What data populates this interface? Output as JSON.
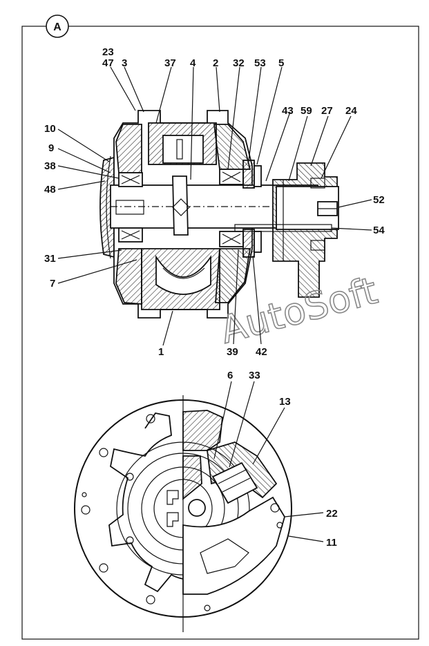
{
  "frame_label": "A",
  "watermark": "AutoSoft",
  "top_callouts": [
    {
      "key": "c23",
      "text": "23"
    },
    {
      "key": "c47",
      "text": "47"
    },
    {
      "key": "c3",
      "text": "3"
    },
    {
      "key": "c37",
      "text": "37"
    },
    {
      "key": "c4",
      "text": "4"
    },
    {
      "key": "c2",
      "text": "2"
    },
    {
      "key": "c32",
      "text": "32"
    },
    {
      "key": "c53",
      "text": "53"
    },
    {
      "key": "c5",
      "text": "5"
    },
    {
      "key": "c43",
      "text": "43"
    },
    {
      "key": "c59",
      "text": "59"
    },
    {
      "key": "c27",
      "text": "27"
    },
    {
      "key": "c24",
      "text": "24"
    },
    {
      "key": "c10",
      "text": "10"
    },
    {
      "key": "c9",
      "text": "9"
    },
    {
      "key": "c38",
      "text": "38"
    },
    {
      "key": "c48",
      "text": "48"
    },
    {
      "key": "c52",
      "text": "52"
    },
    {
      "key": "c54",
      "text": "54"
    },
    {
      "key": "c31",
      "text": "31"
    },
    {
      "key": "c7",
      "text": "7"
    },
    {
      "key": "c1",
      "text": "1"
    },
    {
      "key": "c39",
      "text": "39"
    },
    {
      "key": "c42",
      "text": "42"
    }
  ],
  "bottom_callouts": [
    {
      "key": "c6",
      "text": "6"
    },
    {
      "key": "c33",
      "text": "33"
    },
    {
      "key": "c13",
      "text": "13"
    },
    {
      "key": "c22",
      "text": "22"
    },
    {
      "key": "c11",
      "text": "11"
    }
  ]
}
